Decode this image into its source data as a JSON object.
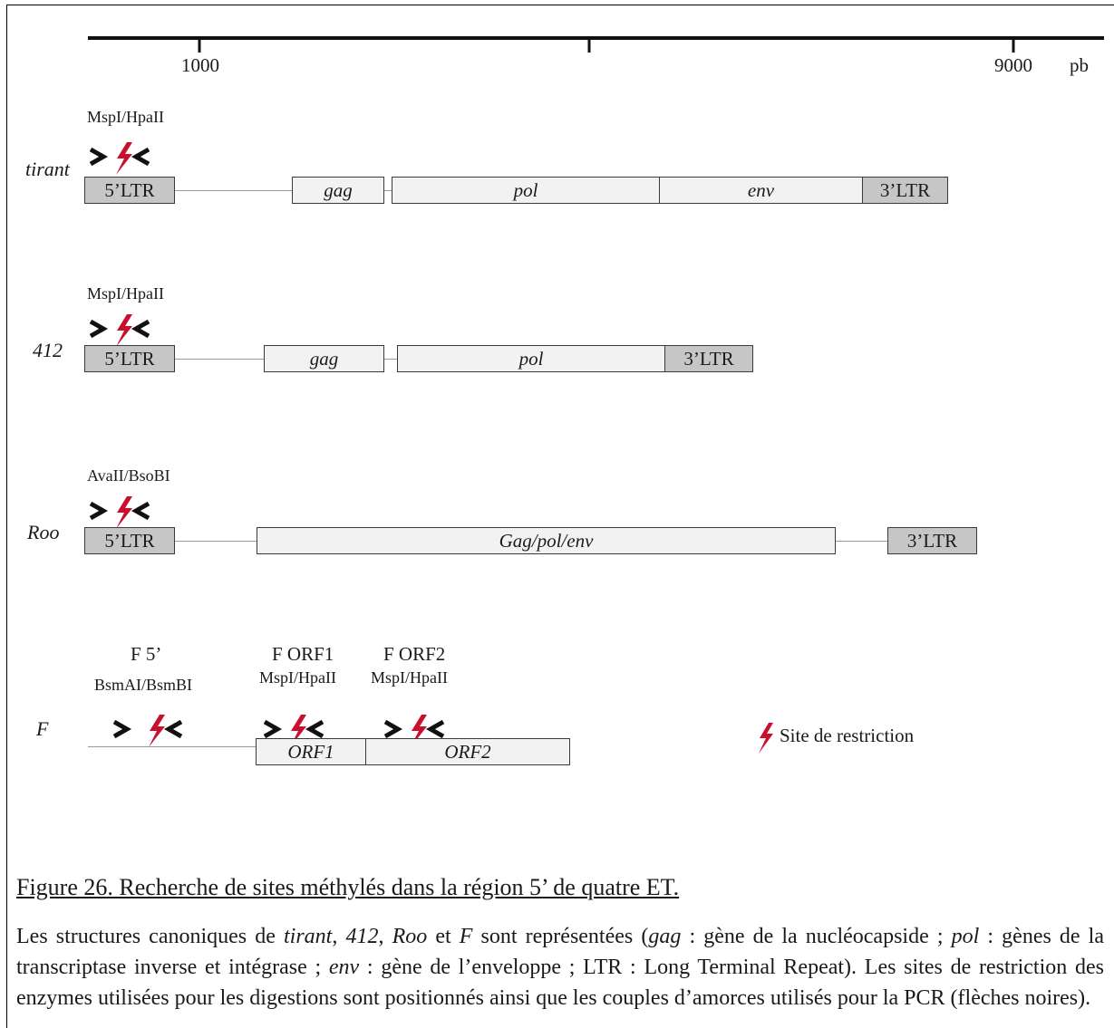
{
  "figure": {
    "scale": {
      "ticks": [
        "1000",
        "9000"
      ],
      "unit": "pb"
    },
    "tracks": [
      {
        "name": "tirant",
        "enzyme": "MspI/HpaII",
        "segments": [
          "5’LTR",
          "gag",
          "pol",
          "env",
          "3’LTR"
        ]
      },
      {
        "name": "412",
        "enzyme": "MspI/HpaII",
        "segments": [
          "5’LTR",
          "gag",
          "pol",
          "3’LTR"
        ]
      },
      {
        "name": "Roo",
        "enzyme": "AvaII/BsoBI",
        "segments": [
          "5’LTR",
          "Gag/pol/env",
          "3’LTR"
        ]
      },
      {
        "name": "F",
        "sites": [
          {
            "label": "F 5’",
            "enzyme": "BsmAI/BsmBI"
          },
          {
            "label": "F ORF1",
            "enzyme": "MspI/HpaII"
          },
          {
            "label": "F ORF2",
            "enzyme": "MspI/HpaII"
          }
        ],
        "segments": [
          "ORF1",
          "ORF2"
        ]
      }
    ],
    "legend": {
      "label": "Site de restriction",
      "icon": "lightning-bolt-icon",
      "color": "#c8102e"
    },
    "colors": {
      "ltr_fill": "#c6c6c6",
      "orf_fill": "#f2f2f2",
      "restriction_site": "#c8102e",
      "primer": "#111111"
    }
  },
  "caption": {
    "title": "Figure 26. Recherche de sites méthylés dans la région 5’ de quatre ET.",
    "body": {
      "p1": "Les structures canoniques de ",
      "e1": "tirant",
      "p2": ", ",
      "e2": "412",
      "p3": ", ",
      "e3": "Roo",
      "p4": " et ",
      "e4": "F",
      "p5": " sont représentées (",
      "e5": "gag",
      "p6": " : gène de la nucléocapside ; ",
      "e6": "pol",
      "p7": " : gènes de la transcriptase inverse et intégrase ; ",
      "e7": "env",
      "p8": " : gène de l’enveloppe ; LTR : Long Terminal Repeat). Les sites de restriction des enzymes utilisées pour les digestions sont positionnés ainsi que les couples d’amorces utilisés pour la PCR (flèches noires)."
    }
  }
}
